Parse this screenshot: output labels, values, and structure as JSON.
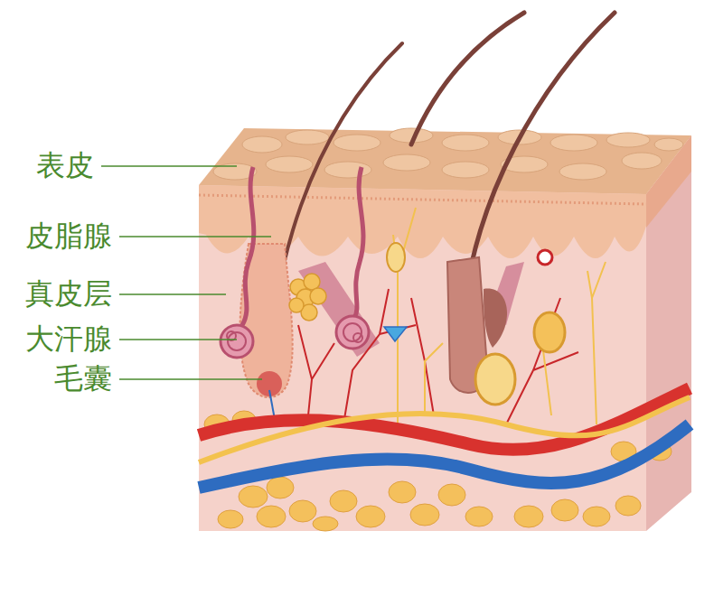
{
  "diagram": {
    "labels": [
      "表皮",
      "皮脂腺",
      "真皮层",
      "大汗腺",
      "毛囊"
    ]
  }
}
